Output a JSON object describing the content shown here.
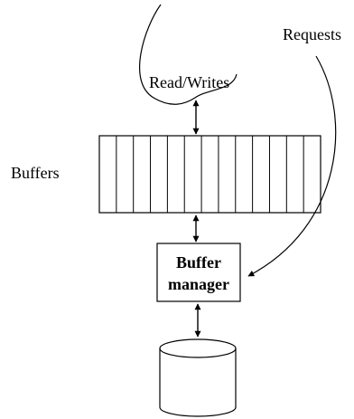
{
  "diagram": {
    "labels": {
      "requests": "Requests",
      "read_writes": "Read/Writes",
      "buffers": "Buffers",
      "buffer_manager_line1": "Buffer",
      "buffer_manager_line2": "manager"
    },
    "buffer_slot_count": 13,
    "colors": {
      "ink": "#000000",
      "background": "#ffffff"
    }
  }
}
